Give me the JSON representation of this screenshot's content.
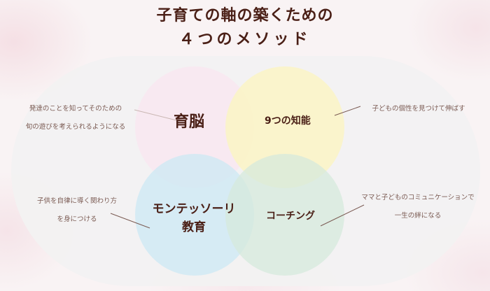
{
  "title": {
    "line1": "子育ての軸の築くための",
    "line2": "４つのメソッド"
  },
  "methods": [
    {
      "name": "育脳",
      "color": "#f8e8f0",
      "description": [
        "発達のことを知ってそのための",
        "旬の遊びを考えられるようになる"
      ]
    },
    {
      "name": "9つの知能",
      "color": "#faf4c4",
      "description": [
        "子どもの個性を見つけて伸ばす"
      ]
    },
    {
      "name_line1": "モンテッソーリ",
      "name_line2": "教育",
      "color": "#cee8f4",
      "description": [
        "子供を自律に導く関わり方",
        "を身につける"
      ]
    },
    {
      "name": "コーチング",
      "color": "#d6eadc",
      "description": [
        "ママと子どものコミュニケーションで",
        "一生の絆になる"
      ]
    }
  ],
  "colors": {
    "title_text": "#4a1f16",
    "description_text": "#7a5a52",
    "stadium_bg": "#f2f2f2",
    "connector_line": "#7a5a52"
  }
}
